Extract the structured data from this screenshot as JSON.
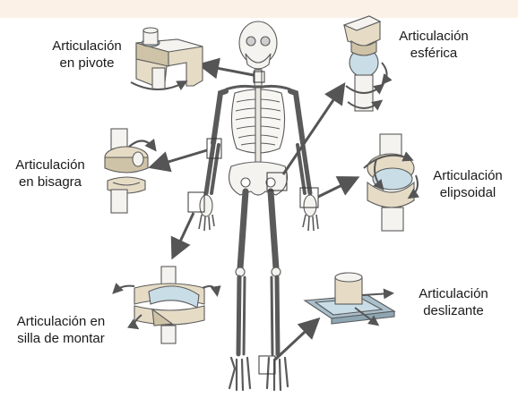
{
  "colors": {
    "top_band": "#fbf1e6",
    "bone": "#f4f3ef",
    "bone_stroke": "#5a5a5a",
    "joint_surface": "#e6dcc6",
    "joint_shadow": "#cfc3a7",
    "cartilage": "#c9dde6",
    "glide_plate": "#a9bfcc",
    "arrow": "#555555",
    "pointer": "#555555"
  },
  "labels": {
    "pivot": [
      "Articulación",
      "en pivote"
    ],
    "hinge": [
      "Articulación",
      "en bisagra"
    ],
    "saddle": [
      "Articulación en",
      "silla de montar"
    ],
    "ball": [
      "Articulación",
      "esférica"
    ],
    "ellipsoid": [
      "Articulación",
      "elipsoidal"
    ],
    "gliding": [
      "Articulación",
      "deslizante"
    ]
  },
  "icons": [
    "skeleton",
    "pivot-joint",
    "hinge-joint",
    "saddle-joint",
    "ball-and-socket-joint",
    "ellipsoid-joint",
    "gliding-joint",
    "rotation-arrow",
    "pointer-arrow"
  ]
}
